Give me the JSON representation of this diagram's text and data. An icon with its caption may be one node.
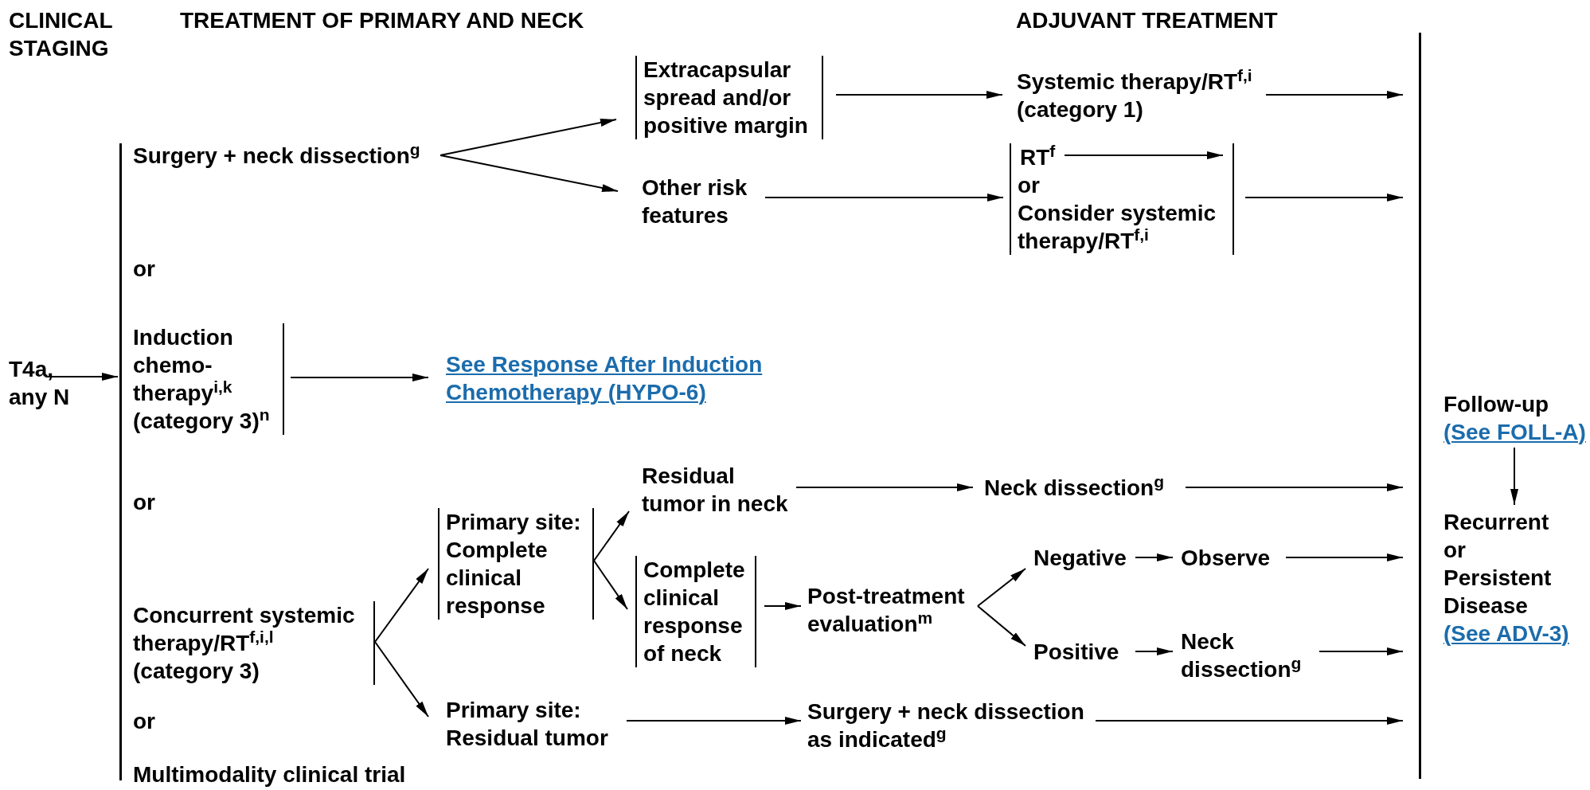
{
  "diagram": {
    "nodes": [
      {
        "text": [
          "T4a, any N"
        ]
      },
      {
        "text": [],
        "shape": "bar"
      },
      {
        "text": [
          "Surgery + neck dissection$^{g}$"
        ]
      },
      {
        "text": [
          "Extracapsular spread and/or positive margin"
        ]
      },
      {
        "text": [
          "Other risk features"
        ]
      },
      {
        "text": [
          "Systemic therapy/RT$^{f,i}$ (category 1)"
        ]
      },
      {
        "text": [
          "or",
          "Consider systemic therapy/RT$^{f,i}$"
        ]
      },
      {
        "text": [
          "Induction chemo-therapy$^{i,k}$ (category 3)$^{n}$"
        ]
      },
      {
        "text": [
          "See Response After Induction Chemotherapy (HYPO-6)"
        ]
      },
      {
        "text": [
          "Concurrent systemic therapy/RT$^{f,i,l}$ (category 3)"
        ]
      },
      {
        "text": [
          "Primary site: Complete clinical response"
        ]
      },
      {
        "text": [
          "Primary site: Residual tumor"
        ]
      },
      {
        "text": [
          "Residual tumor in neck"
        ]
      },
      {
        "text": [
          "Complete clinical response of neck"
        ]
      },
      {
        "text": [
          "Post-treatment evaluation$^{m}$"
        ]
      },
      {
        "text": [
          "Negative"
        ]
      },
      {
        "text": [
          "Observe"
        ]
      },
      {
        "text": [
          "Positive"
        ]
      },
      {
        "text": [
          "Neck dissection$^{g}$"
        ]
      },
      {
        "text": [
          "Neck dissection$^{g}$"
        ]
      },
      {
        "text": [
          "Surgery + neck dissection as indicated$^{g}$"
        ]
      },
      {
        "text": [],
        "shape": "bar"
      },
      {
        "text": [
          "Follow-up",
          "(See FOLL-A)"
        ]
      },
      {
        "text": [
          "Recurrent or Persistent Disease",
          "(See ADV-3)"
        ]
      },
      {
        "text": [
          "RT$^{f}$"
        ],
        "in": 6
      }
    ],
    "edges": [
      {
        "from": 0,
        "to": 1,
        "arrow": "to"
      },
      {
        "from": 2,
        "to": 3,
        "arrow": "to"
      },
      {
        "from": 2,
        "to": 4,
        "arrow": "to"
      },
      {
        "from": 3,
        "to": 5,
        "arrow": "to"
      },
      {
        "from": 5,
        "to": 21,
        "arrow": "to"
      },
      {
        "from": 4,
        "to": 6,
        "arrow": "to"
      },
      {
        "from": 6,
        "to": 21,
        "arrow": "to"
      },
      {
        "from": 7,
        "to": 8,
        "arrow": "to"
      },
      {
        "from": 9,
        "to": 10,
        "arrow": "to"
      },
      {
        "from": 9,
        "to": 11,
        "arrow": "to"
      },
      {
        "from": 10,
        "to": 12,
        "arrow": "to"
      },
      {
        "from": 10,
        "to": 13,
        "arrow": "to"
      },
      {
        "from": 12,
        "to": 19,
        "arrow": "to"
      },
      {
        "from": 19,
        "to": 21,
        "arrow": "to"
      },
      {
        "from": 13,
        "to": 14,
        "arrow": "to"
      },
      {
        "from": 14,
        "to": 15,
        "arrow": "to"
      },
      {
        "from": 14,
        "to": 17,
        "arrow": "to"
      },
      {
        "from": 15,
        "to": 16,
        "arrow": "to"
      },
      {
        "from": 16,
        "to": 21,
        "arrow": "to"
      },
      {
        "from": 17,
        "to": 18,
        "arrow": "to"
      },
      {
        "from": 18,
        "to": 21,
        "arrow": "to"
      },
      {
        "from": 11,
        "to": 20,
        "arrow": "to"
      },
      {
        "from": 20,
        "to": 21,
        "arrow": "to"
      },
      {
        "from": 22,
        "to": 23,
        "arrow": "to"
      },
      {
        "from": 24,
        "to": 6,
        "arrow": "to"
      }
    ],
    "labels": [
      "CLINICAL STAGING",
      "TREATMENT OF PRIMARY AND NECK",
      "ADJUVANT TREATMENT",
      "or",
      "or",
      "or",
      "Multimodality clinical trial"
    ]
  }
}
